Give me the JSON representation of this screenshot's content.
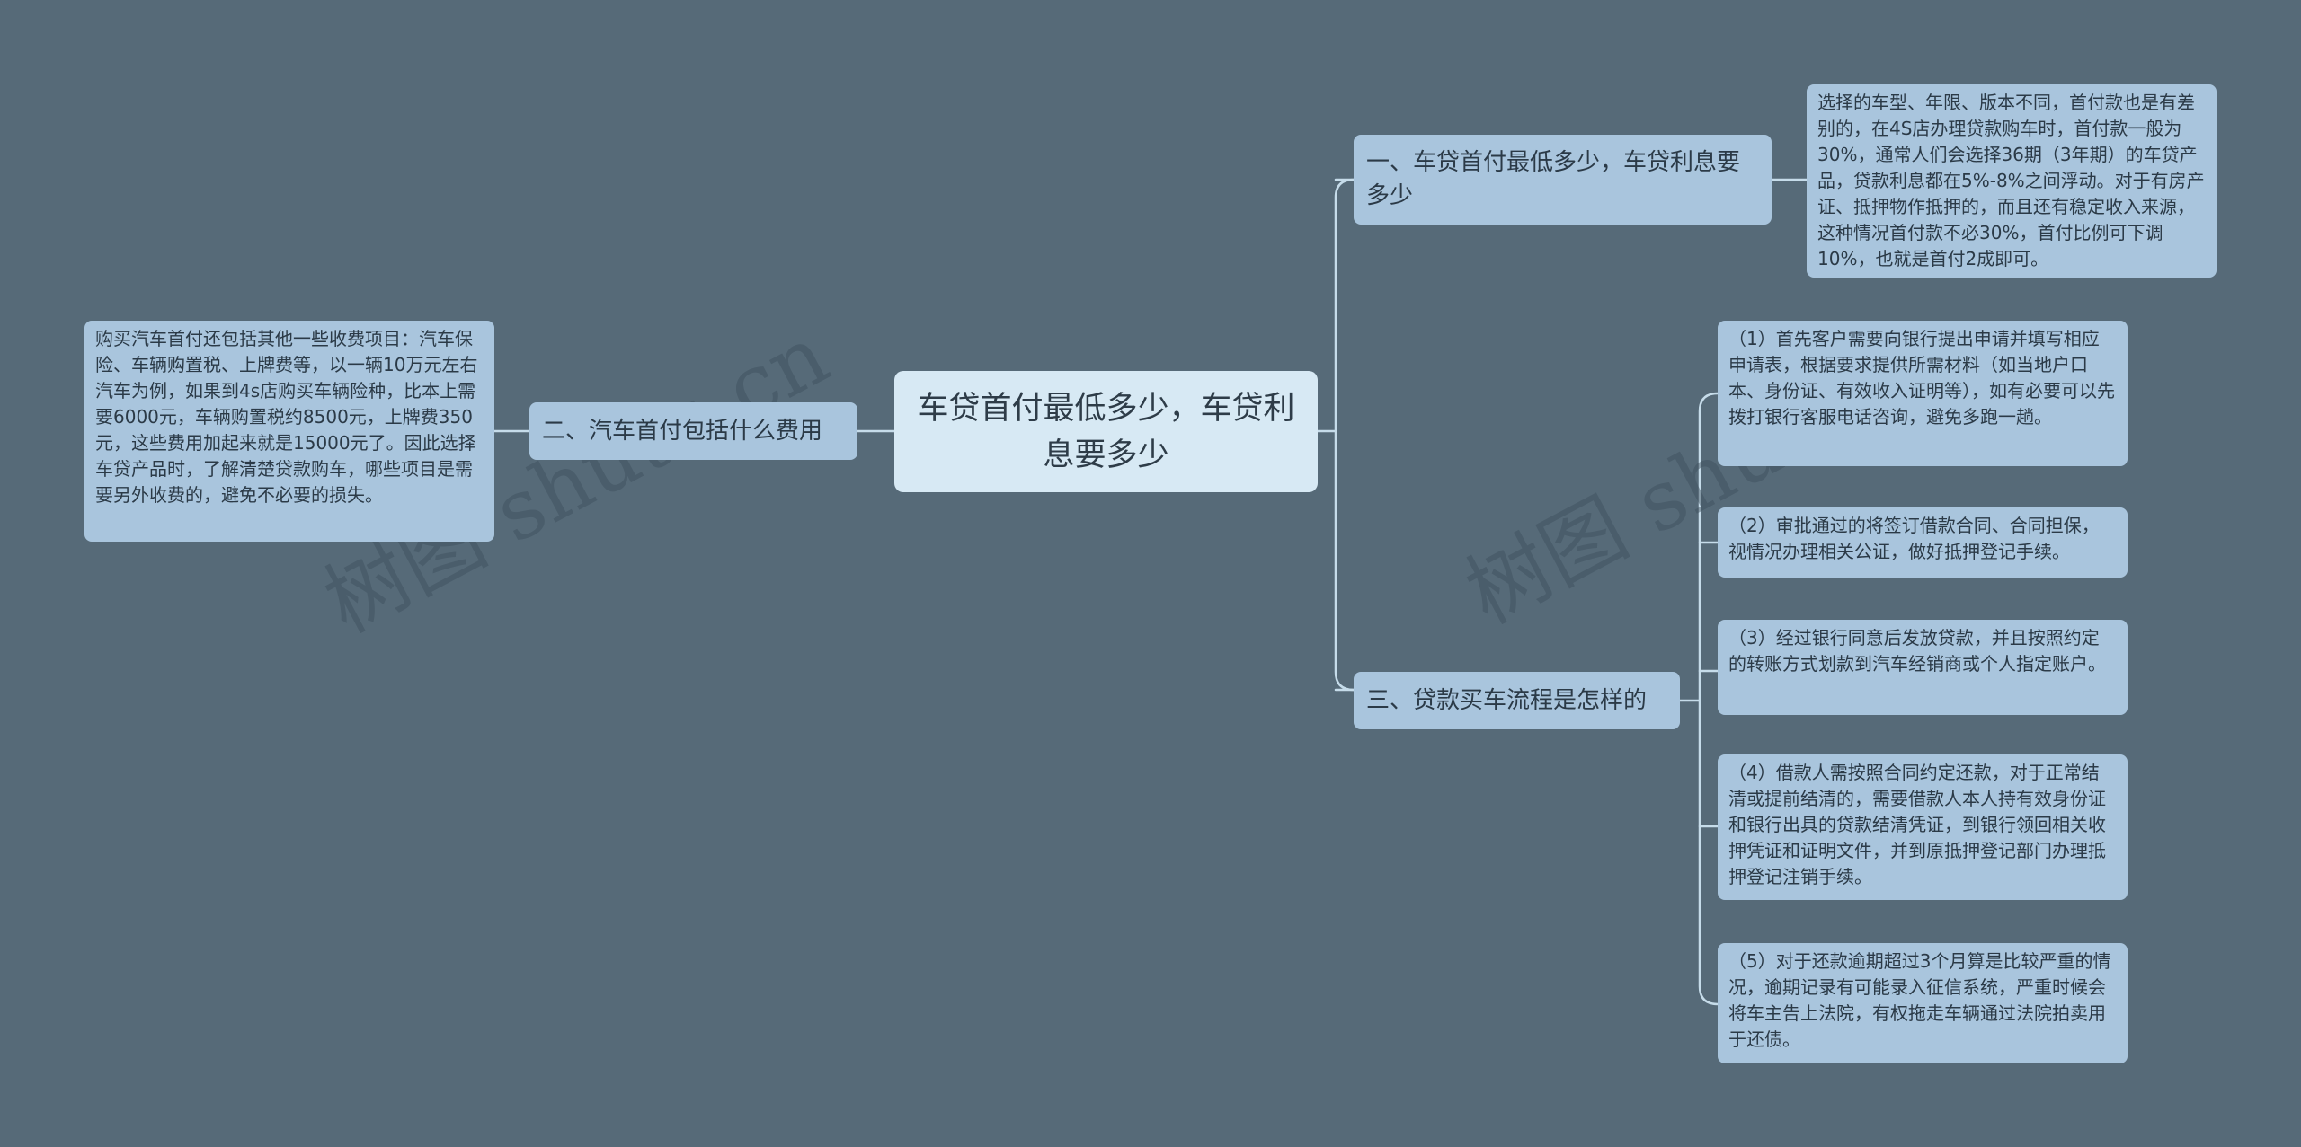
{
  "root": {
    "text": "车贷首付最低多少，车贷利息要多少"
  },
  "branches": [
    {
      "label": "一、车贷首付最低多少，车贷利息要多少",
      "leaves": [
        "选择的车型、年限、版本不同，首付款也是有差别的，在4S店办理贷款购车时，首付款一般为30%，通常人们会选择36期（3年期）的车贷产品，贷款利息都在5%-8%之间浮动。对于有房产证、抵押物作抵押的，而且还有稳定收入来源，这种情况首付款不必30%，首付比例可下调10%，也就是首付2成即可。"
      ]
    },
    {
      "label": "二、汽车首付包括什么费用",
      "leaves": [
        "购买汽车首付还包括其他一些收费项目：汽车保险、车辆购置税、上牌费等，以一辆10万元左右汽车为例，如果到4s店购买车辆险种，比本上需要6000元，车辆购置税约8500元，上牌费350元，这些费用加起来就是15000元了。因此选择车贷产品时，了解清楚贷款购车，哪些项目是需要另外收费的，避免不必要的损失。"
      ]
    },
    {
      "label": "三、贷款买车流程是怎样的",
      "leaves": [
        "（1）首先客户需要向银行提出申请并填写相应申请表，根据要求提供所需材料（如当地户口本、身份证、有效收入证明等），如有必要可以先拨打银行客服电话咨询，避免多跑一趟。",
        "（2）审批通过的将签订借款合同、合同担保，视情况办理相关公证，做好抵押登记手续。",
        "（3）经过银行同意后发放贷款，并且按照约定的转账方式划款到汽车经销商或个人指定账户。",
        "（4）借款人需按照合同约定还款，对于正常结清或提前结清的，需要借款人本人持有效身份证和银行出具的贷款结清凭证，到银行领回相关收押凭证和证明文件，并到原抵押登记部门办理抵押登记注销手续。",
        "（5）对于还款逾期超过3个月算是比较严重的情况，逾期记录有可能录入征信系统，严重时候会将车主告上法院，有权拖走车辆通过法院拍卖用于还债。"
      ]
    }
  ],
  "watermark": "树图 shutu.cn",
  "colors": {
    "background": "#566a78",
    "root": "#d7e9f4",
    "node": "#a9c5dd",
    "line": "#c6dcea"
  }
}
